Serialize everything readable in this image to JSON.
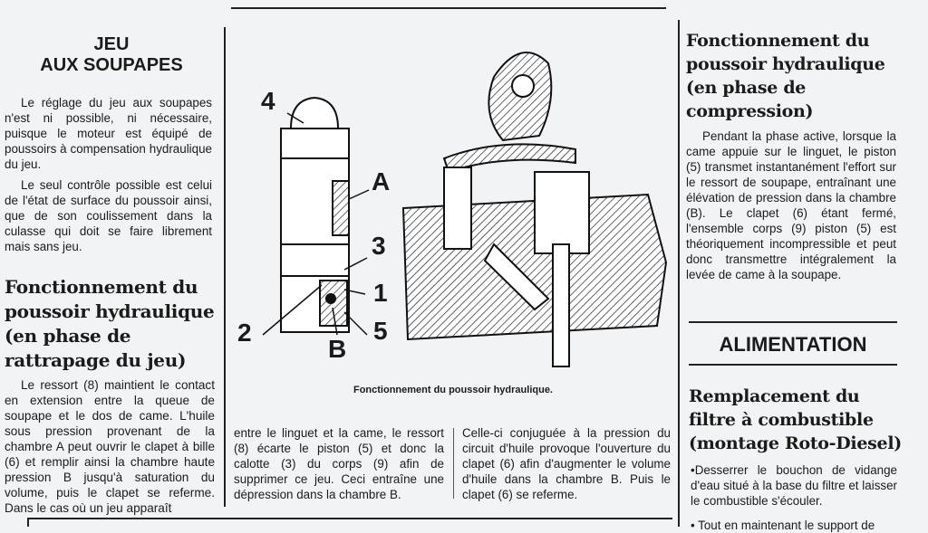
{
  "left_column": {
    "title_line1": "JEU",
    "title_line2": "AUX SOUPAPES",
    "para1": "Le réglage du jeu aux soupapes n'est ni possible, ni nécessaire, puisque le moteur est équipé de poussoirs à compensation hydraulique du jeu.",
    "para2": "Le seul contrôle possible est celui de l'état de surface du poussoir ainsi, que de son coulissement dans la culasse qui doit se faire librement mais sans jeu.",
    "heading2": "Fonctionnement du poussoir hydraulique (en phase de rattrapage du jeu)",
    "para3": "Le ressort (8) maintient le contact en extension entre la queue de soupape et le dos de came. L'huile sous pression provenant de la chambre A peut ouvrir le clapet à bille (6) et remplir ainsi la chambre haute pression B jusqu'à saturation du volume, puis le clapet se referme. Dans le cas où un jeu apparaît"
  },
  "figure": {
    "caption": "Fonctionnement du poussoir hydraulique.",
    "labels": {
      "l4": "4",
      "lA": "A",
      "l3": "3",
      "l1": "1",
      "l2": "2",
      "l5": "5",
      "lB": "B"
    }
  },
  "middle": {
    "col1": "entre le linguet et la came, le ressort (8) écarte le piston (5) et donc la calotte (3) du corps (9) afin de supprimer ce jeu. Ceci entraîne une dépression dans la chambre B.",
    "col2": "Celle-ci conjuguée à la pression du circuit d'huile provoque l'ouverture du clapet (6) afin d'augmenter le volume d'huile dans la chambre B. Puis le clapet (6) se referme."
  },
  "right_column": {
    "heading1": "Fonctionnement du poussoir hydraulique (en phase de compression)",
    "para1": "Pendant la phase active, lorsque la came appuie sur le linguet, le piston (5) transmet instantanément l'effort sur le ressort de soupape, entraînant une élévation de pression dans la chambre (B). Le clapet (6) étant fermé, l'ensemble corps (9) piston (5) est théoriquement incompressible et peut donc transmettre intégralement la levée de came à la soupape.",
    "section_title": "ALIMENTATION",
    "heading2": "Remplacement du filtre à combustible (montage Roto-Diesel)",
    "bullet1": "•Desserrer le bouchon de vidange d'eau situé à la base du filtre et laisser le combustible s'écouler.",
    "bullet2": "•  Tout en maintenant le support de"
  }
}
